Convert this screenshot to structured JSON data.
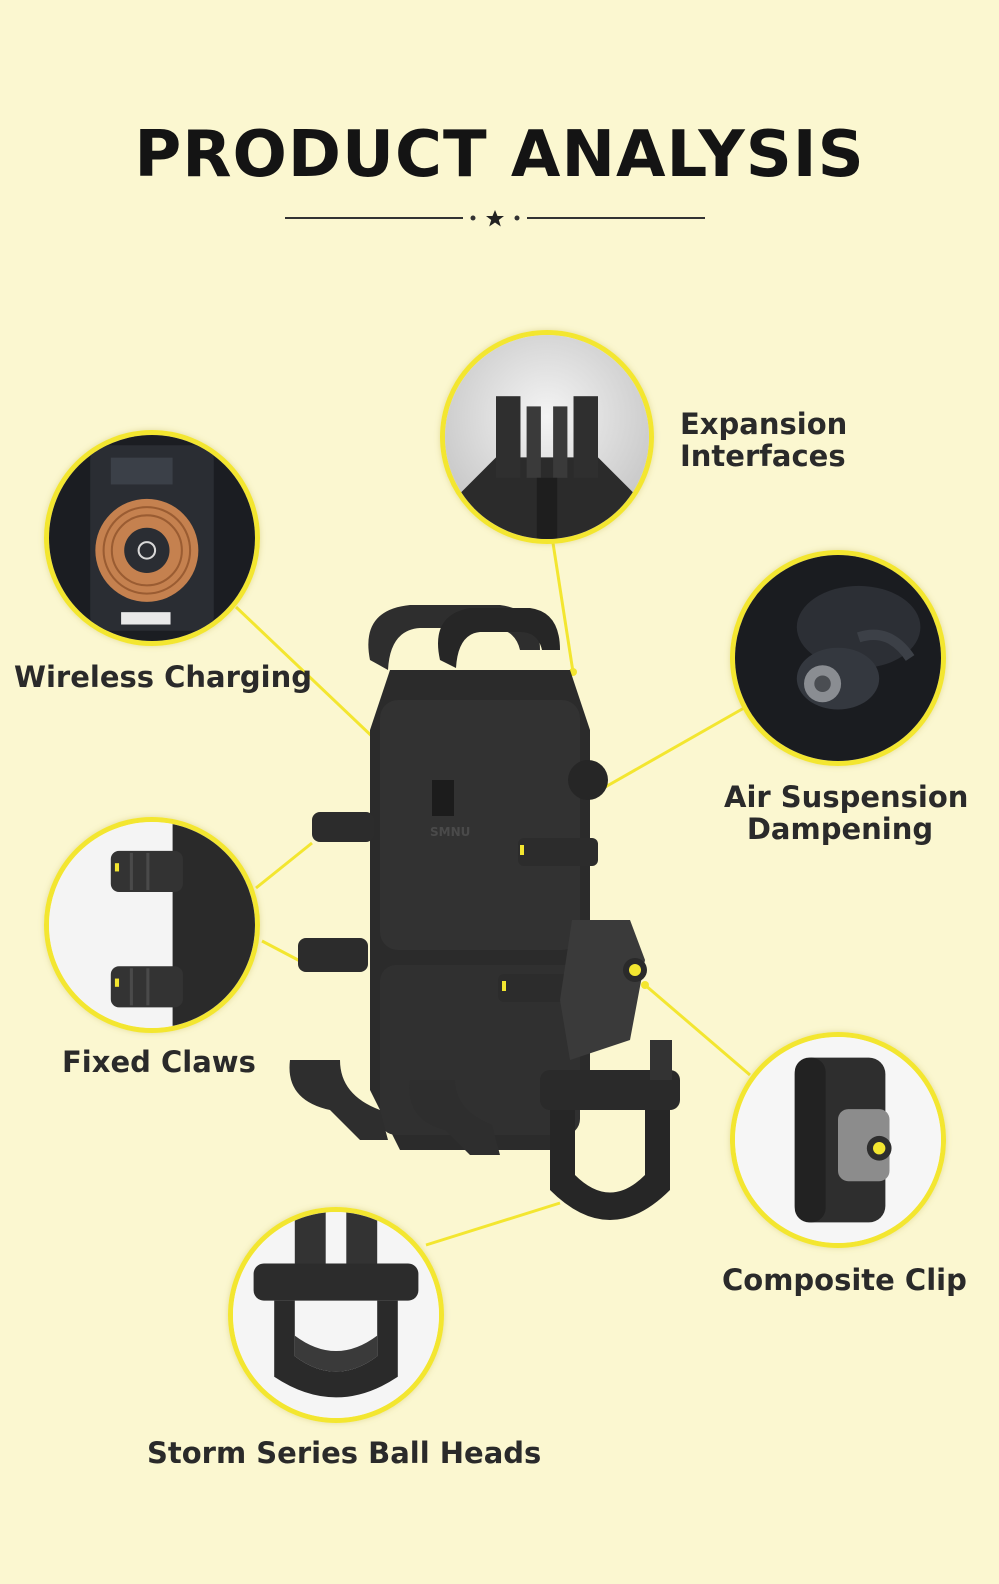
{
  "title": "PRODUCT ANALYSIS",
  "colors": {
    "background": "#fbf7d0",
    "accent": "#f3e630",
    "text": "#2a2a2a",
    "product": "#2b2b2b"
  },
  "brand_logo_text": "SMNU",
  "features": [
    {
      "id": "expansion",
      "lines": [
        "Expansion",
        "Interfaces"
      ]
    },
    {
      "id": "wireless",
      "lines": [
        "Wireless Charging"
      ]
    },
    {
      "id": "air",
      "lines": [
        "Air Suspension",
        "Dampening"
      ]
    },
    {
      "id": "claws",
      "lines": [
        "Fixed Claws"
      ]
    },
    {
      "id": "clip",
      "lines": [
        "Composite Clip"
      ]
    },
    {
      "id": "ballheads",
      "lines": [
        "Storm Series Ball Heads"
      ]
    }
  ]
}
